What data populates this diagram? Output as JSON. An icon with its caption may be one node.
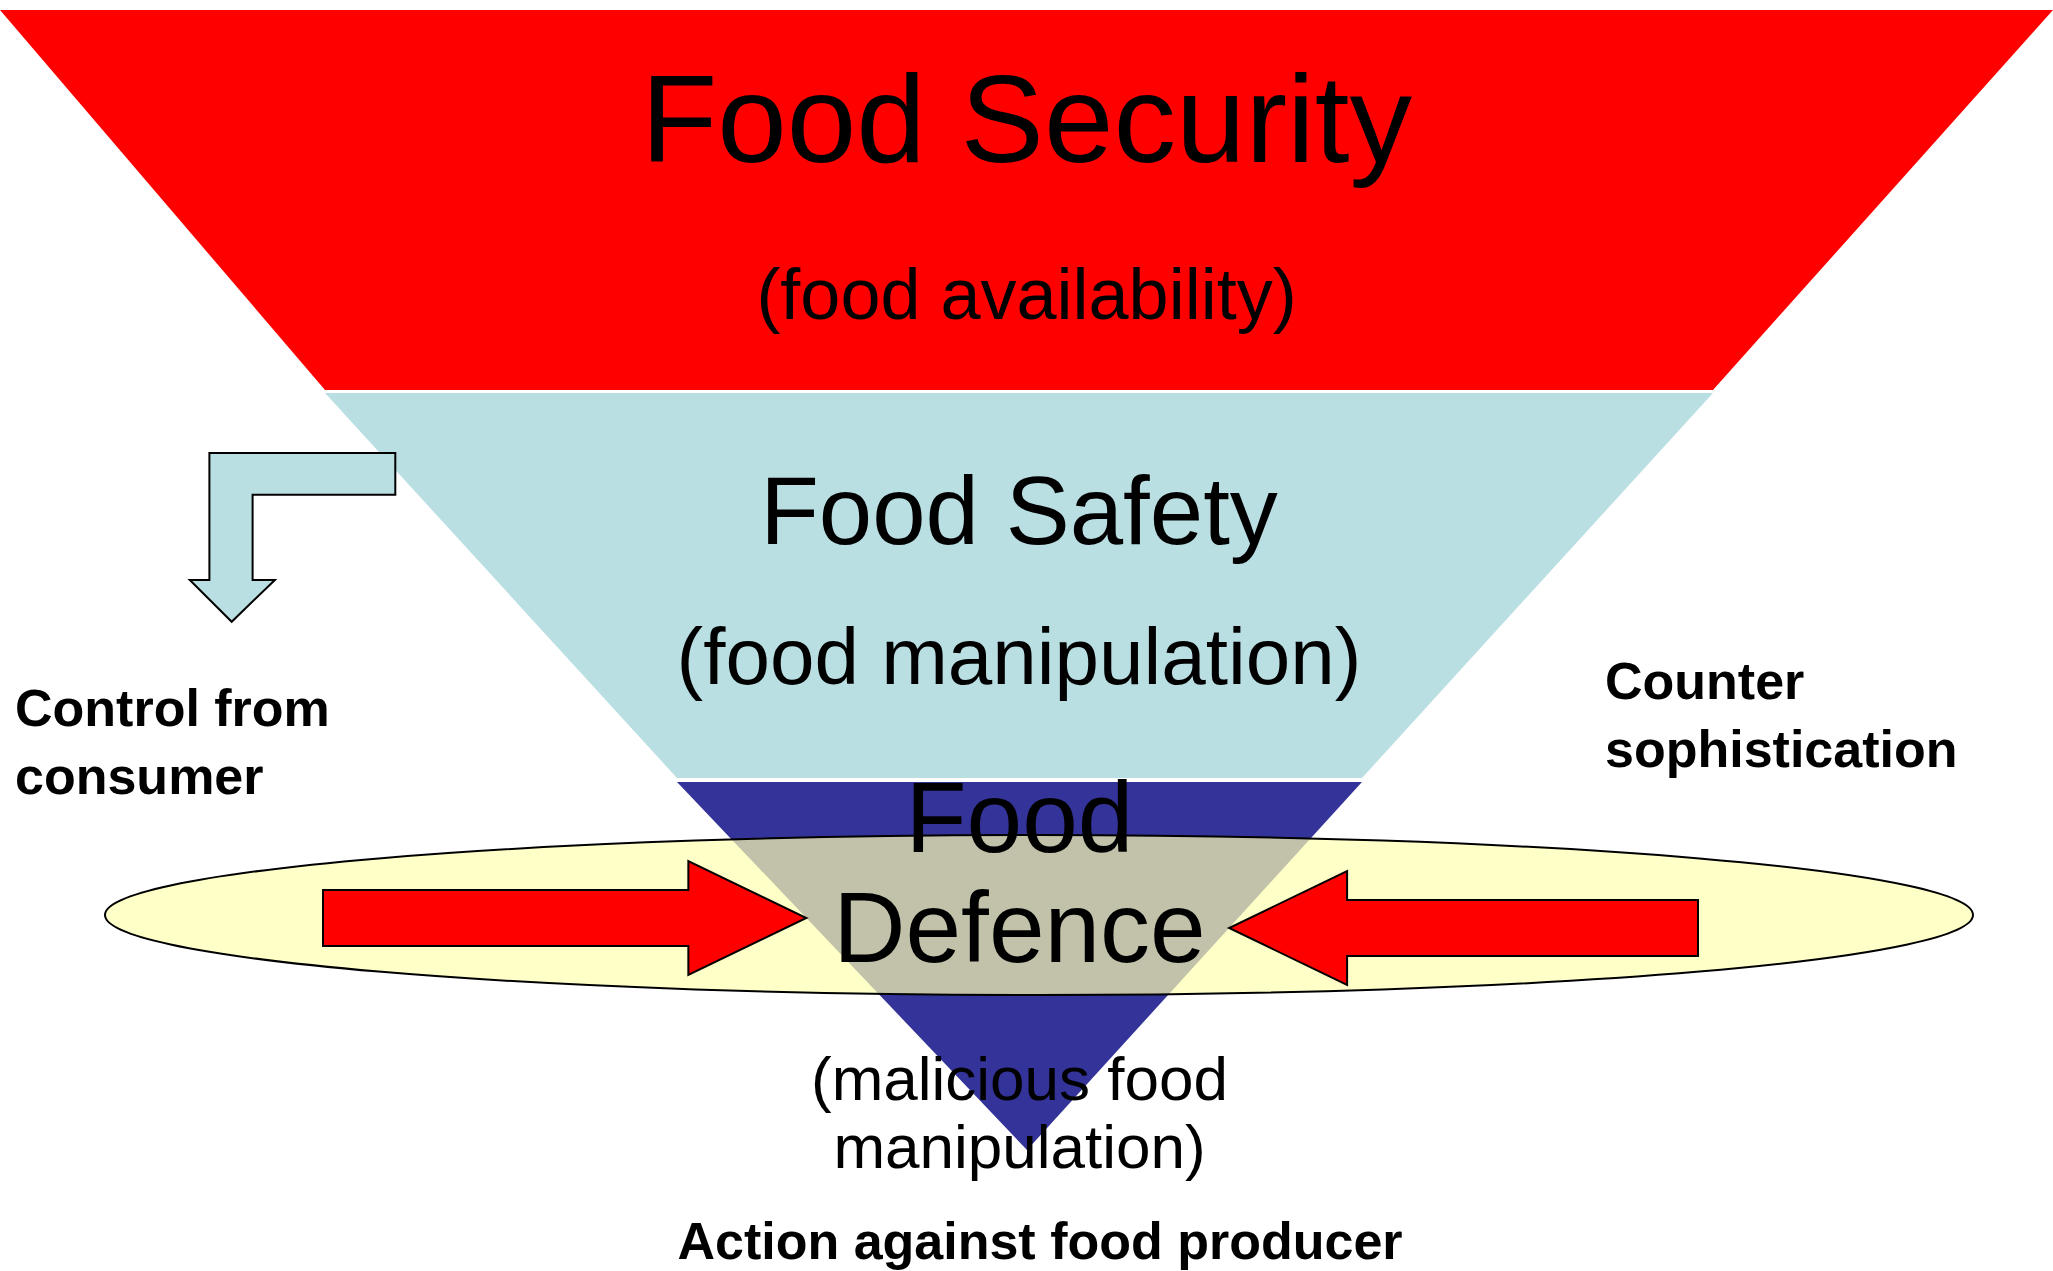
{
  "diagram": {
    "nodes": [
      {
        "text": [
          "Food Security",
          "(food availability)"
        ]
      },
      {
        "text": [
          "Food Safety",
          "(food manipulation)"
        ]
      },
      {
        "text": [
          "Food Defence",
          "(malicious food manipulation)"
        ]
      },
      {
        "text": [],
        "shape": "ellipse"
      }
    ],
    "edges": [
      {
        "from": null,
        "to": 2,
        "arrow": "to"
      },
      {
        "from": null,
        "to": 2,
        "arrow": "to"
      }
    ],
    "labels": [
      "Control from consumer",
      "Counter sophistication",
      "Action against food producer"
    ]
  }
}
